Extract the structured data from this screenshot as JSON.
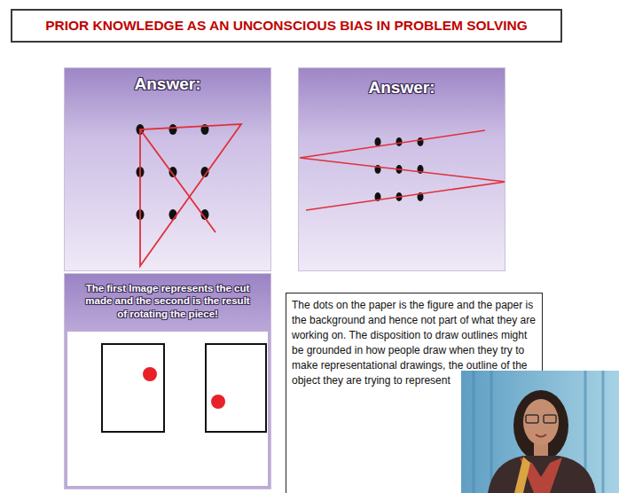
{
  "diagram": {
    "title": "PRIOR KNOWLEDGE AS AN UNCONSCIOUS BIAS IN PROBLEM SOLVING",
    "nodes": [
      {
        "text": [
          "Answer:"
        ]
      },
      {
        "text": [
          "Answer:"
        ]
      },
      {
        "text": [
          "The first Image represents the cut made and the second is the result of rotating the piece!"
        ]
      },
      {
        "text": [
          "The dots on the paper is the figure and the paper is the background and hence not part of what they are working on. The disposition to draw outlines might be grounded in how people draw when they try to make representational drawings, the outline of the object they are trying to represent"
        ]
      }
    ]
  }
}
